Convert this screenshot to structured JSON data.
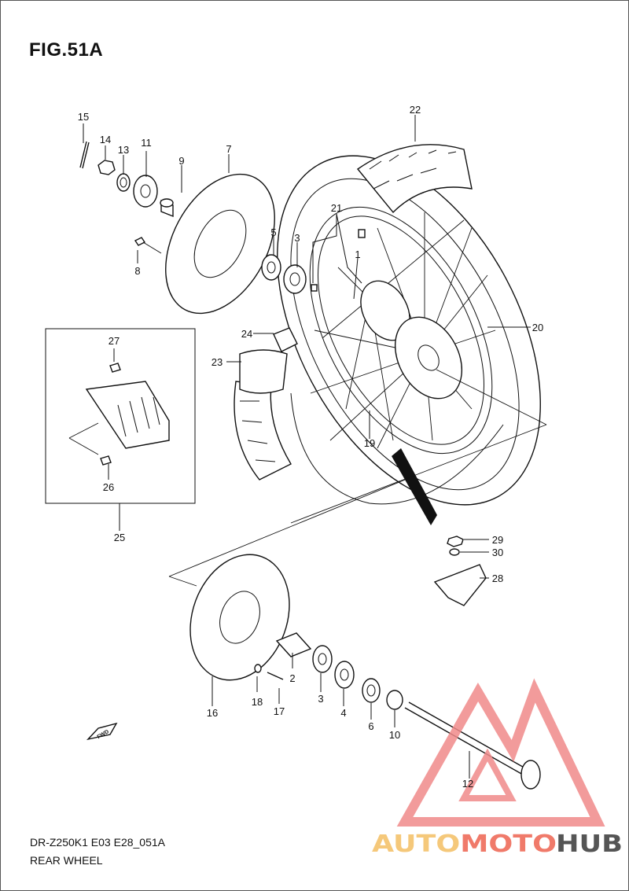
{
  "title": "FIG.51A",
  "footer": {
    "model_code": "DR-Z250K1 E03 E28_051A",
    "diagram_name": "REAR WHEEL"
  },
  "fwd_label": "FWD",
  "watermark": {
    "text_colored": "AUTOMOTO",
    "text_dark": "HUB",
    "colors": {
      "triangle": "#f08a8a",
      "auto": "#f5c87a",
      "moto": "#f07a6a",
      "hub": "#555555"
    }
  },
  "callouts": [
    {
      "id": "c1",
      "label": "1"
    },
    {
      "id": "c2",
      "label": "2"
    },
    {
      "id": "c3a",
      "label": "3"
    },
    {
      "id": "c3b",
      "label": "3"
    },
    {
      "id": "c4",
      "label": "4"
    },
    {
      "id": "c5",
      "label": "5"
    },
    {
      "id": "c6",
      "label": "6"
    },
    {
      "id": "c7",
      "label": "7"
    },
    {
      "id": "c8",
      "label": "8"
    },
    {
      "id": "c9",
      "label": "9"
    },
    {
      "id": "c10",
      "label": "10"
    },
    {
      "id": "c11",
      "label": "11"
    },
    {
      "id": "c12",
      "label": "12"
    },
    {
      "id": "c13",
      "label": "13"
    },
    {
      "id": "c14",
      "label": "14"
    },
    {
      "id": "c15",
      "label": "15"
    },
    {
      "id": "c16",
      "label": "16"
    },
    {
      "id": "c17",
      "label": "17"
    },
    {
      "id": "c18",
      "label": "18"
    },
    {
      "id": "c19",
      "label": "19"
    },
    {
      "id": "c20",
      "label": "20"
    },
    {
      "id": "c21",
      "label": "21"
    },
    {
      "id": "c22",
      "label": "22"
    },
    {
      "id": "c23",
      "label": "23"
    },
    {
      "id": "c24",
      "label": "24"
    },
    {
      "id": "c25",
      "label": "25"
    },
    {
      "id": "c26",
      "label": "26"
    },
    {
      "id": "c27",
      "label": "27"
    },
    {
      "id": "c28",
      "label": "28"
    },
    {
      "id": "c29",
      "label": "29"
    },
    {
      "id": "c30",
      "label": "30"
    }
  ]
}
